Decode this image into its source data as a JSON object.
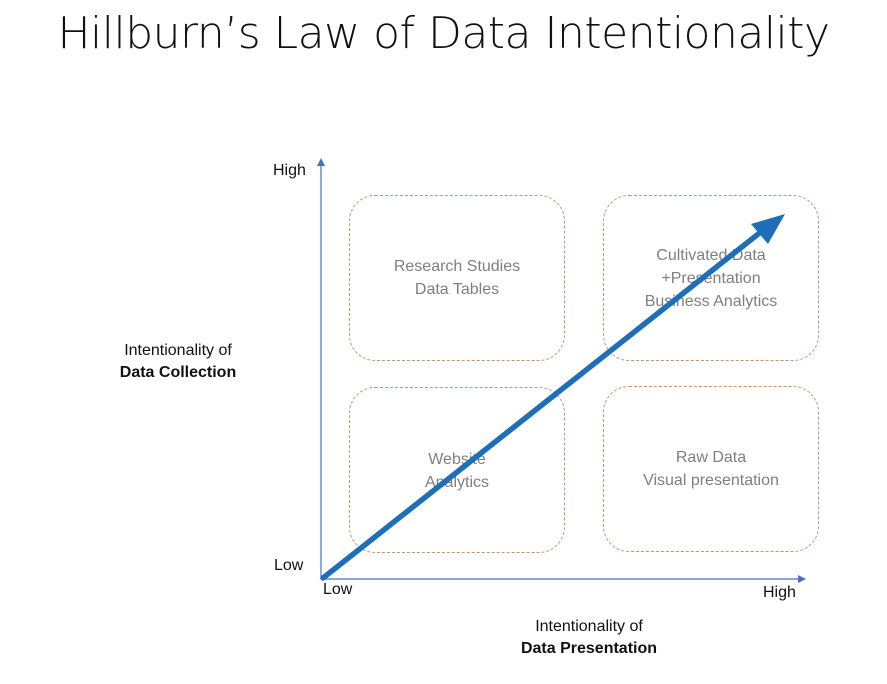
{
  "title": "Hillburn’s Law of Data Intentionality",
  "y_axis": {
    "title_line1": "Intentionality of",
    "title_line2": "Data Collection",
    "high_label": "High",
    "low_label": "Low"
  },
  "x_axis": {
    "title_line1": "Intentionality of",
    "title_line2": "Data Presentation",
    "high_label": "High",
    "low_label": "Low"
  },
  "quadrants": {
    "top_left": {
      "line1": "Research Studies",
      "line2": "Data Tables"
    },
    "top_right": {
      "line1": "Cultivated Data",
      "line2": "+Presentation",
      "line3": "Business Analytics"
    },
    "bottom_left": {
      "line1": "Website",
      "line2": "Analytics"
    },
    "bottom_right": {
      "line1": "Raw Data",
      "line2": "Visual presentation"
    }
  },
  "colors": {
    "axis": "#4472c4",
    "arrow": "#1f6fb8",
    "quadrant_border": "#c8956b",
    "quadrant_text": "#7f7f7f"
  }
}
